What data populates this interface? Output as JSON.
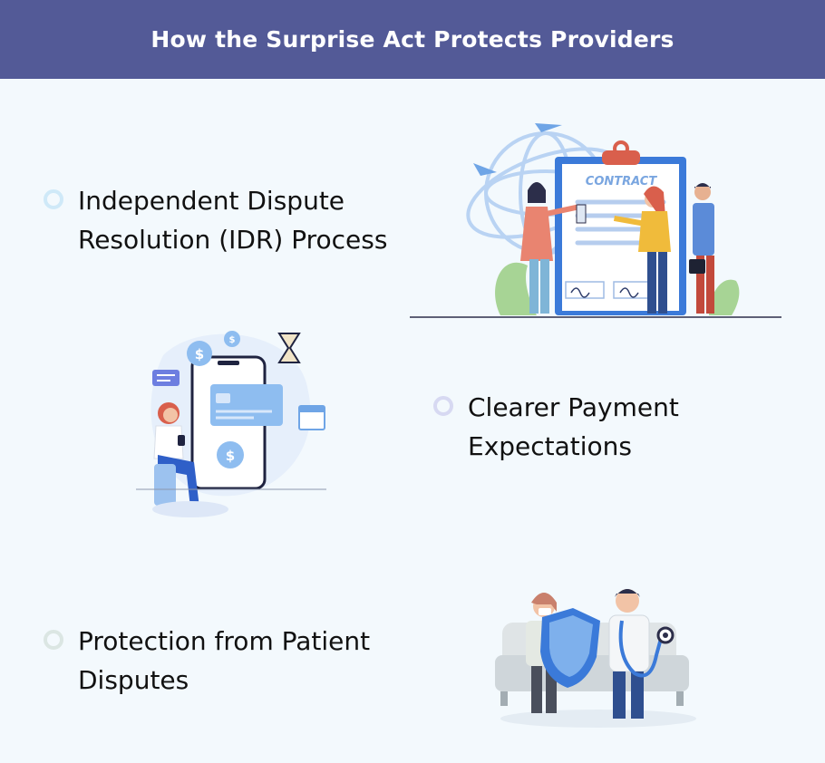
{
  "header": {
    "title": "How the Surprise Act Protects Providers"
  },
  "items": [
    {
      "title": "Independent Dispute Resolution (IDR) Process",
      "icon": "ring-bullet-icon"
    },
    {
      "title": "Clearer Payment Expectations",
      "icon": "ring-bullet-icon"
    },
    {
      "title": "Protection from Patient Disputes",
      "icon": "ring-bullet-icon"
    }
  ],
  "illustrations": {
    "contract": {
      "icon": "contract-meeting-illustration",
      "label": "CONTRACT"
    },
    "payment": {
      "icon": "mobile-payment-illustration"
    },
    "doctors": {
      "icon": "doctors-shield-illustration"
    }
  },
  "colors": {
    "header_bg": "#535a97",
    "page_bg": "#f3f9fd",
    "text": "#111111",
    "accent_blue": "#3b7ad9",
    "accent_red": "#d95f4c"
  }
}
